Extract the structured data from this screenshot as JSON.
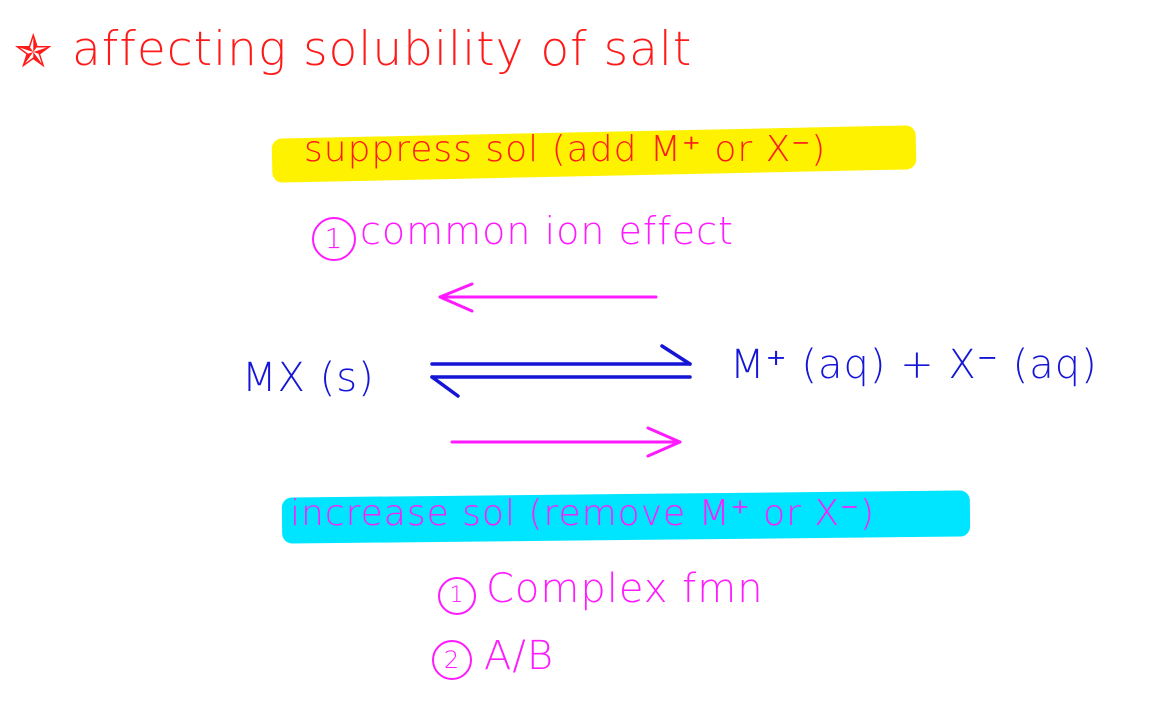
{
  "heading": {
    "star_symbol": "✯",
    "text": "affecting solubility of salt"
  },
  "suppress": {
    "label": "suppress sol (add M⁺ or X⁻)",
    "item_1_number": "1",
    "item_1_text": "common ion effect"
  },
  "equation": {
    "reactant": "MX (s)",
    "products": "M⁺ (aq) + X⁻ (aq)"
  },
  "increase": {
    "label": "increase sol (remove M⁺ or X⁻)",
    "item_1_number": "1",
    "item_1_text": "Complex fmn",
    "item_2_number": "2",
    "item_2_text": "A/B"
  },
  "colors": {
    "heading": "#ff1a1a",
    "annotation": "#ff1aff",
    "equation": "#1515d6",
    "suppress_highlight": "#fff200",
    "increase_highlight": "#00e5ff"
  },
  "icons": {
    "star": "star-icon",
    "reverse_arrow": "left-arrow-icon",
    "forward_arrow": "right-arrow-icon",
    "equilibrium": "equilibrium-arrows-icon"
  }
}
